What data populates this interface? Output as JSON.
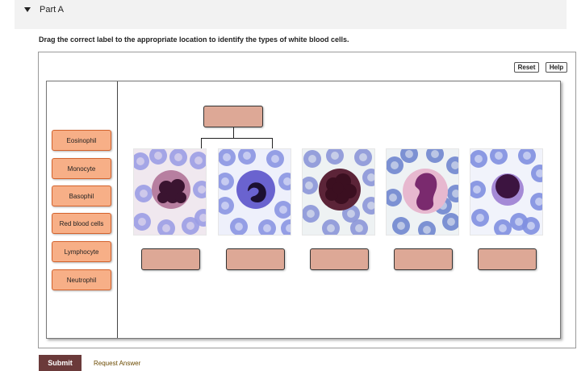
{
  "part": {
    "title": "Part A"
  },
  "instruction": "Drag the correct label to the appropriate location to identify the types of white blood cells.",
  "toolbar": {
    "reset": "Reset",
    "help": "Help"
  },
  "labels": [
    "Eosinophil",
    "Monocyte",
    "Basophil",
    "Red blood cells",
    "Lymphocyte",
    "Neutrophil"
  ],
  "cells": [
    {
      "name": "multilobed-dark-granular-cell",
      "palette": {
        "bg": "#f0e8ef",
        "rbc": "#9b9de4",
        "cyto": "#b77fa0",
        "nucleus": "#3a1430"
      }
    },
    {
      "name": "blue-cytoplasm-cell",
      "palette": {
        "bg": "#eef0fb",
        "rbc": "#8a95e2",
        "cyto": "#6a63cf",
        "nucleus": "#1c1030"
      }
    },
    {
      "name": "dense-dark-granule-cell",
      "palette": {
        "bg": "#eef2f3",
        "rbc": "#8b96d8",
        "cyto": "#5c2438",
        "nucleus": "#3b0f20"
      }
    },
    {
      "name": "large-pink-nucleus-cell",
      "palette": {
        "bg": "#eef2f4",
        "rbc": "#6f86cf",
        "cyto": "#e7b8cf",
        "nucleus": "#7a2a6e"
      }
    },
    {
      "name": "small-round-nucleus-cell",
      "palette": {
        "bg": "#f1f3fb",
        "rbc": "#7f8fe0",
        "cyto": "#a58ad6",
        "nucleus": "#3c1440"
      }
    }
  ],
  "actions": {
    "submit": "Submit",
    "request_answer": "Request Answer"
  }
}
